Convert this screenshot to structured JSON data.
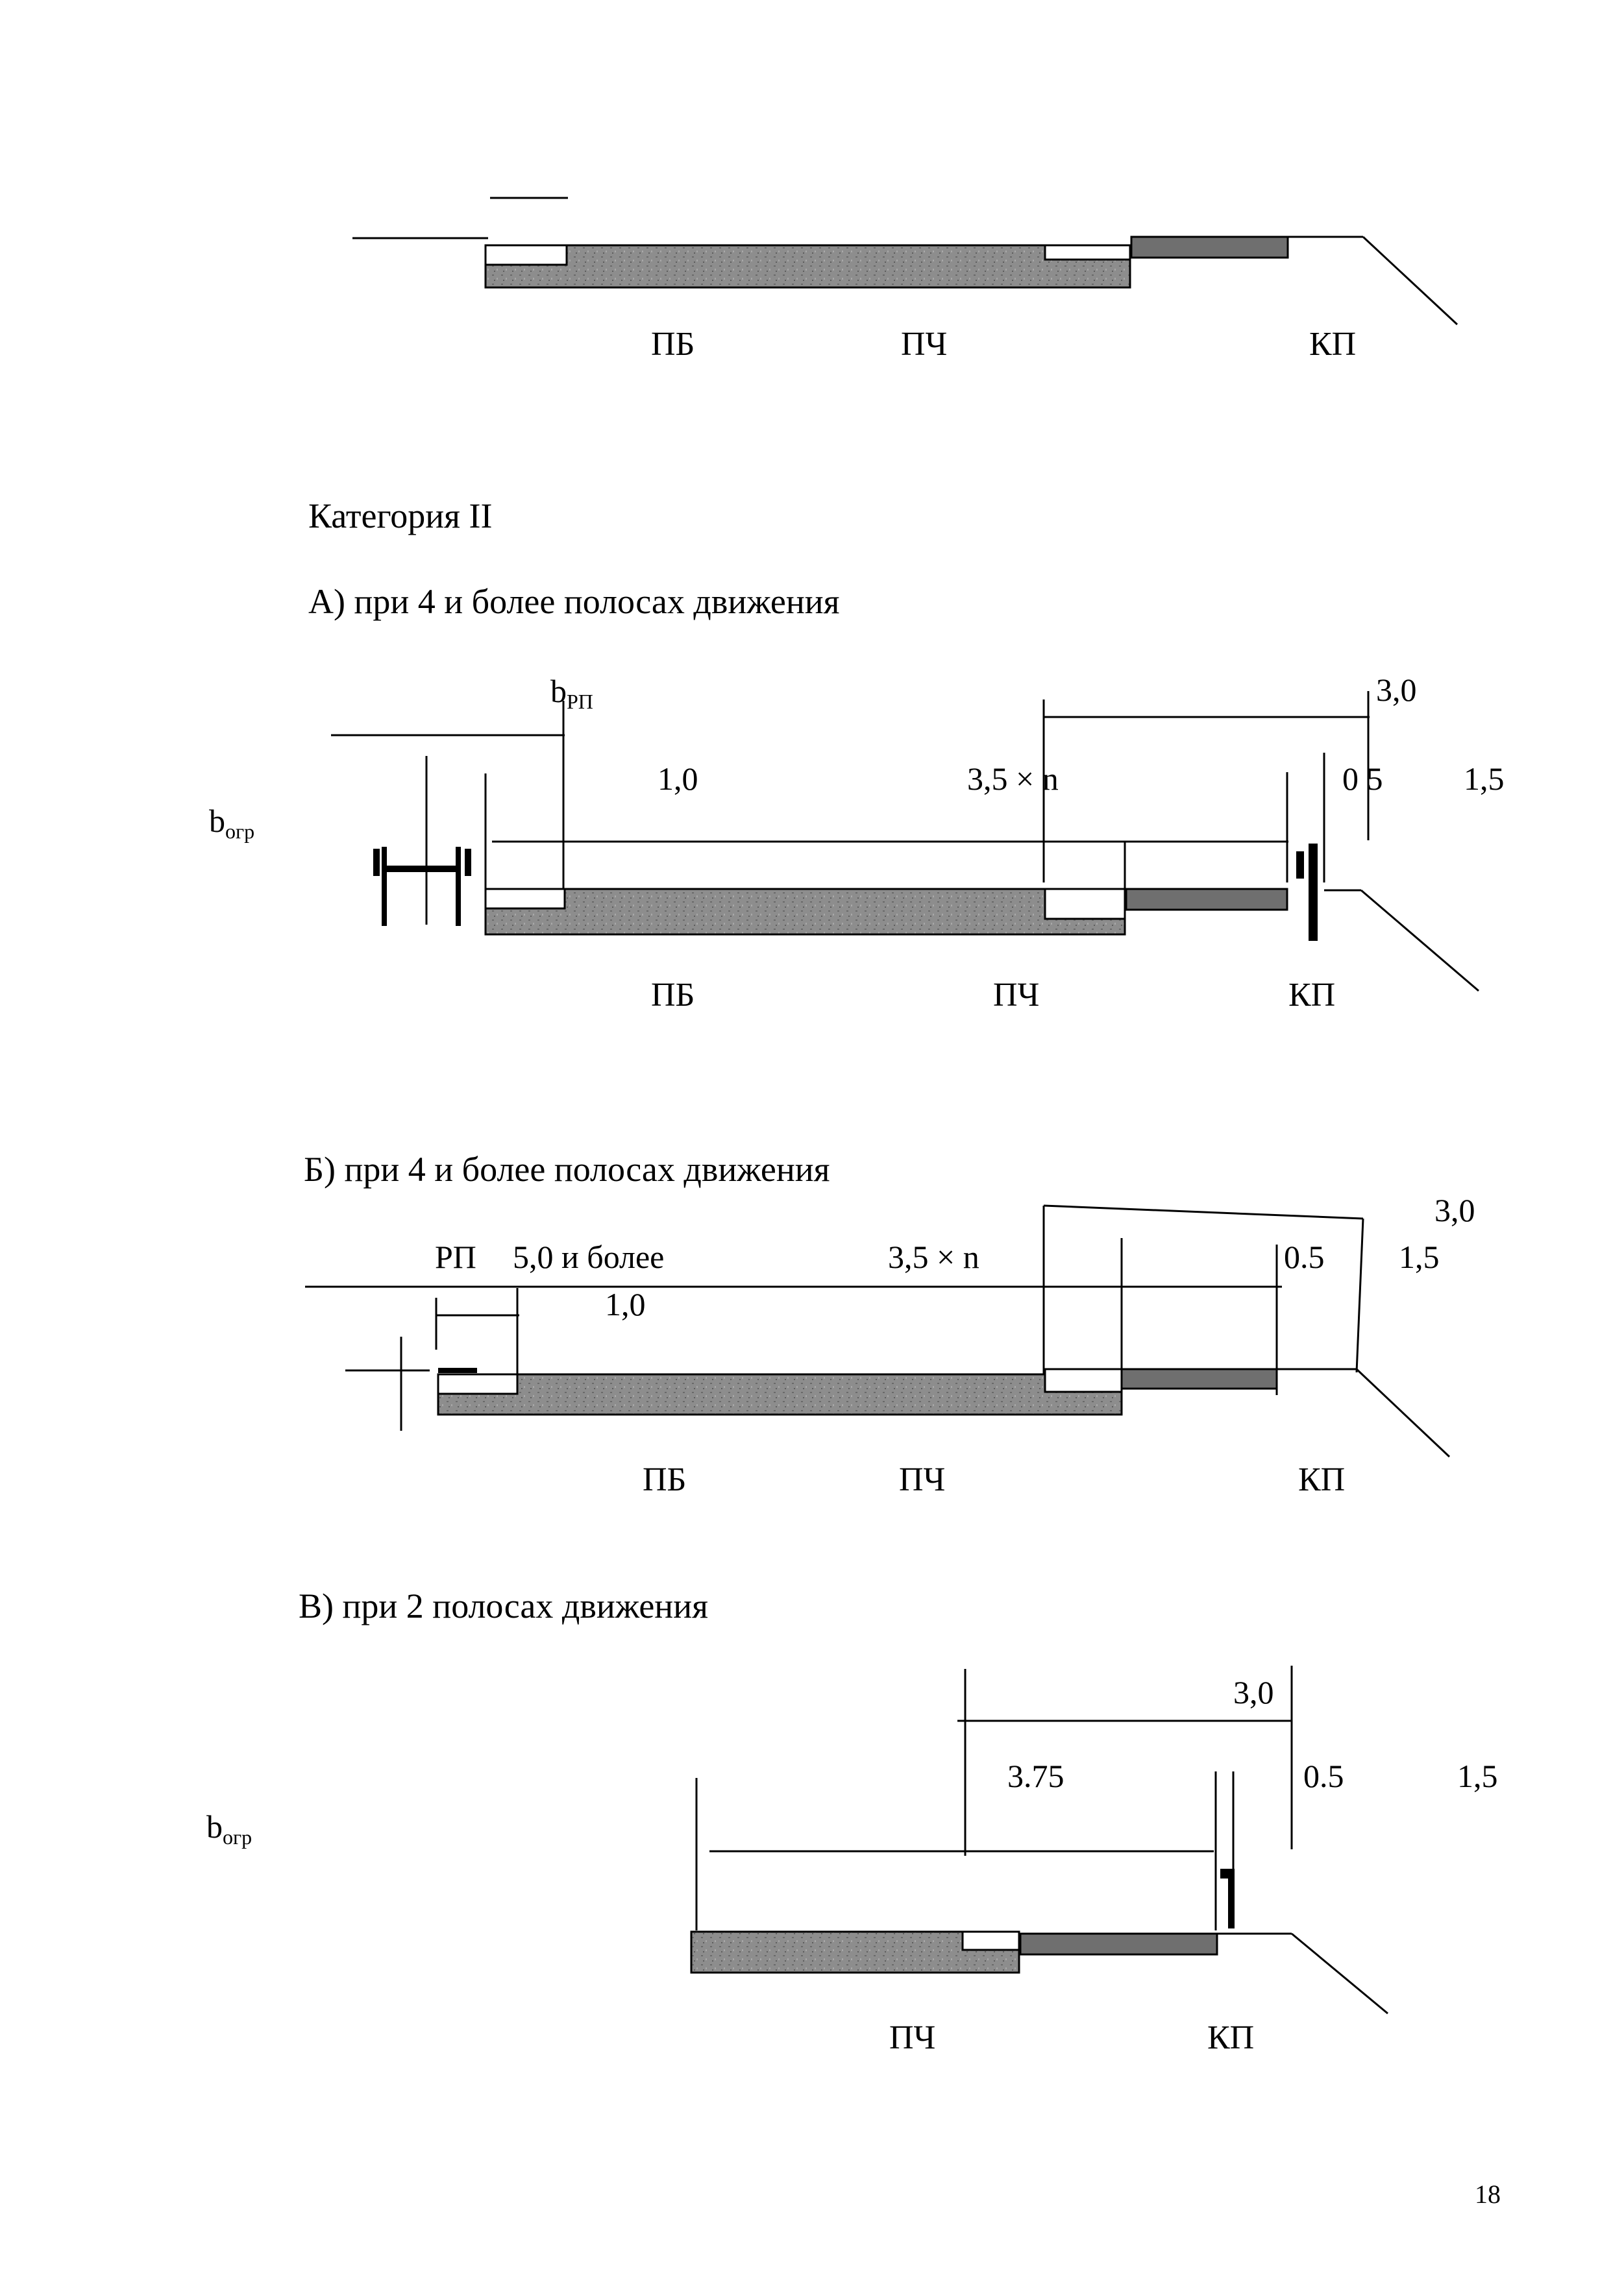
{
  "page_number": "18",
  "category_title": "Категория II",
  "diagram1": {
    "labels": {
      "pb": "ПБ",
      "pch": "ПЧ",
      "kp": "КП"
    }
  },
  "diagram_a": {
    "heading": "А) при 4 и более полосах движения",
    "b_rp": {
      "base": "b",
      "sub": "РП"
    },
    "b_ogr": {
      "base": "b",
      "sub": "огр"
    },
    "dims": {
      "d1": "1,0",
      "d35": "3,5 × n",
      "d30": "3,0",
      "d05": "0 5",
      "d15": "1,5"
    },
    "labels": {
      "pb": "ПБ",
      "pch": "ПЧ",
      "kp": "КП"
    }
  },
  "diagram_b": {
    "heading": "Б) при 4 и более полосах движения",
    "rp": "РП",
    "dims": {
      "d50": "5,0 и более",
      "d10": "1,0",
      "d35": "3,5 × n",
      "d30": "3,0",
      "d05": "0.5",
      "d15": "1,5"
    },
    "labels": {
      "pb": "ПБ",
      "pch": "ПЧ",
      "kp": "КП"
    }
  },
  "diagram_v": {
    "heading": "В) при 2 полосах движения",
    "b_ogr": {
      "base": "b",
      "sub": "огр"
    },
    "dims": {
      "d30": "3,0",
      "d375": "3.75",
      "d05": "0.5",
      "d15": "1,5"
    },
    "labels": {
      "pch": "ПЧ",
      "kp": "КП"
    }
  },
  "colors": {
    "pavement": "#8a8a8a",
    "shoulder": "#6f6f6f",
    "line": "#000000",
    "background": "#ffffff"
  }
}
